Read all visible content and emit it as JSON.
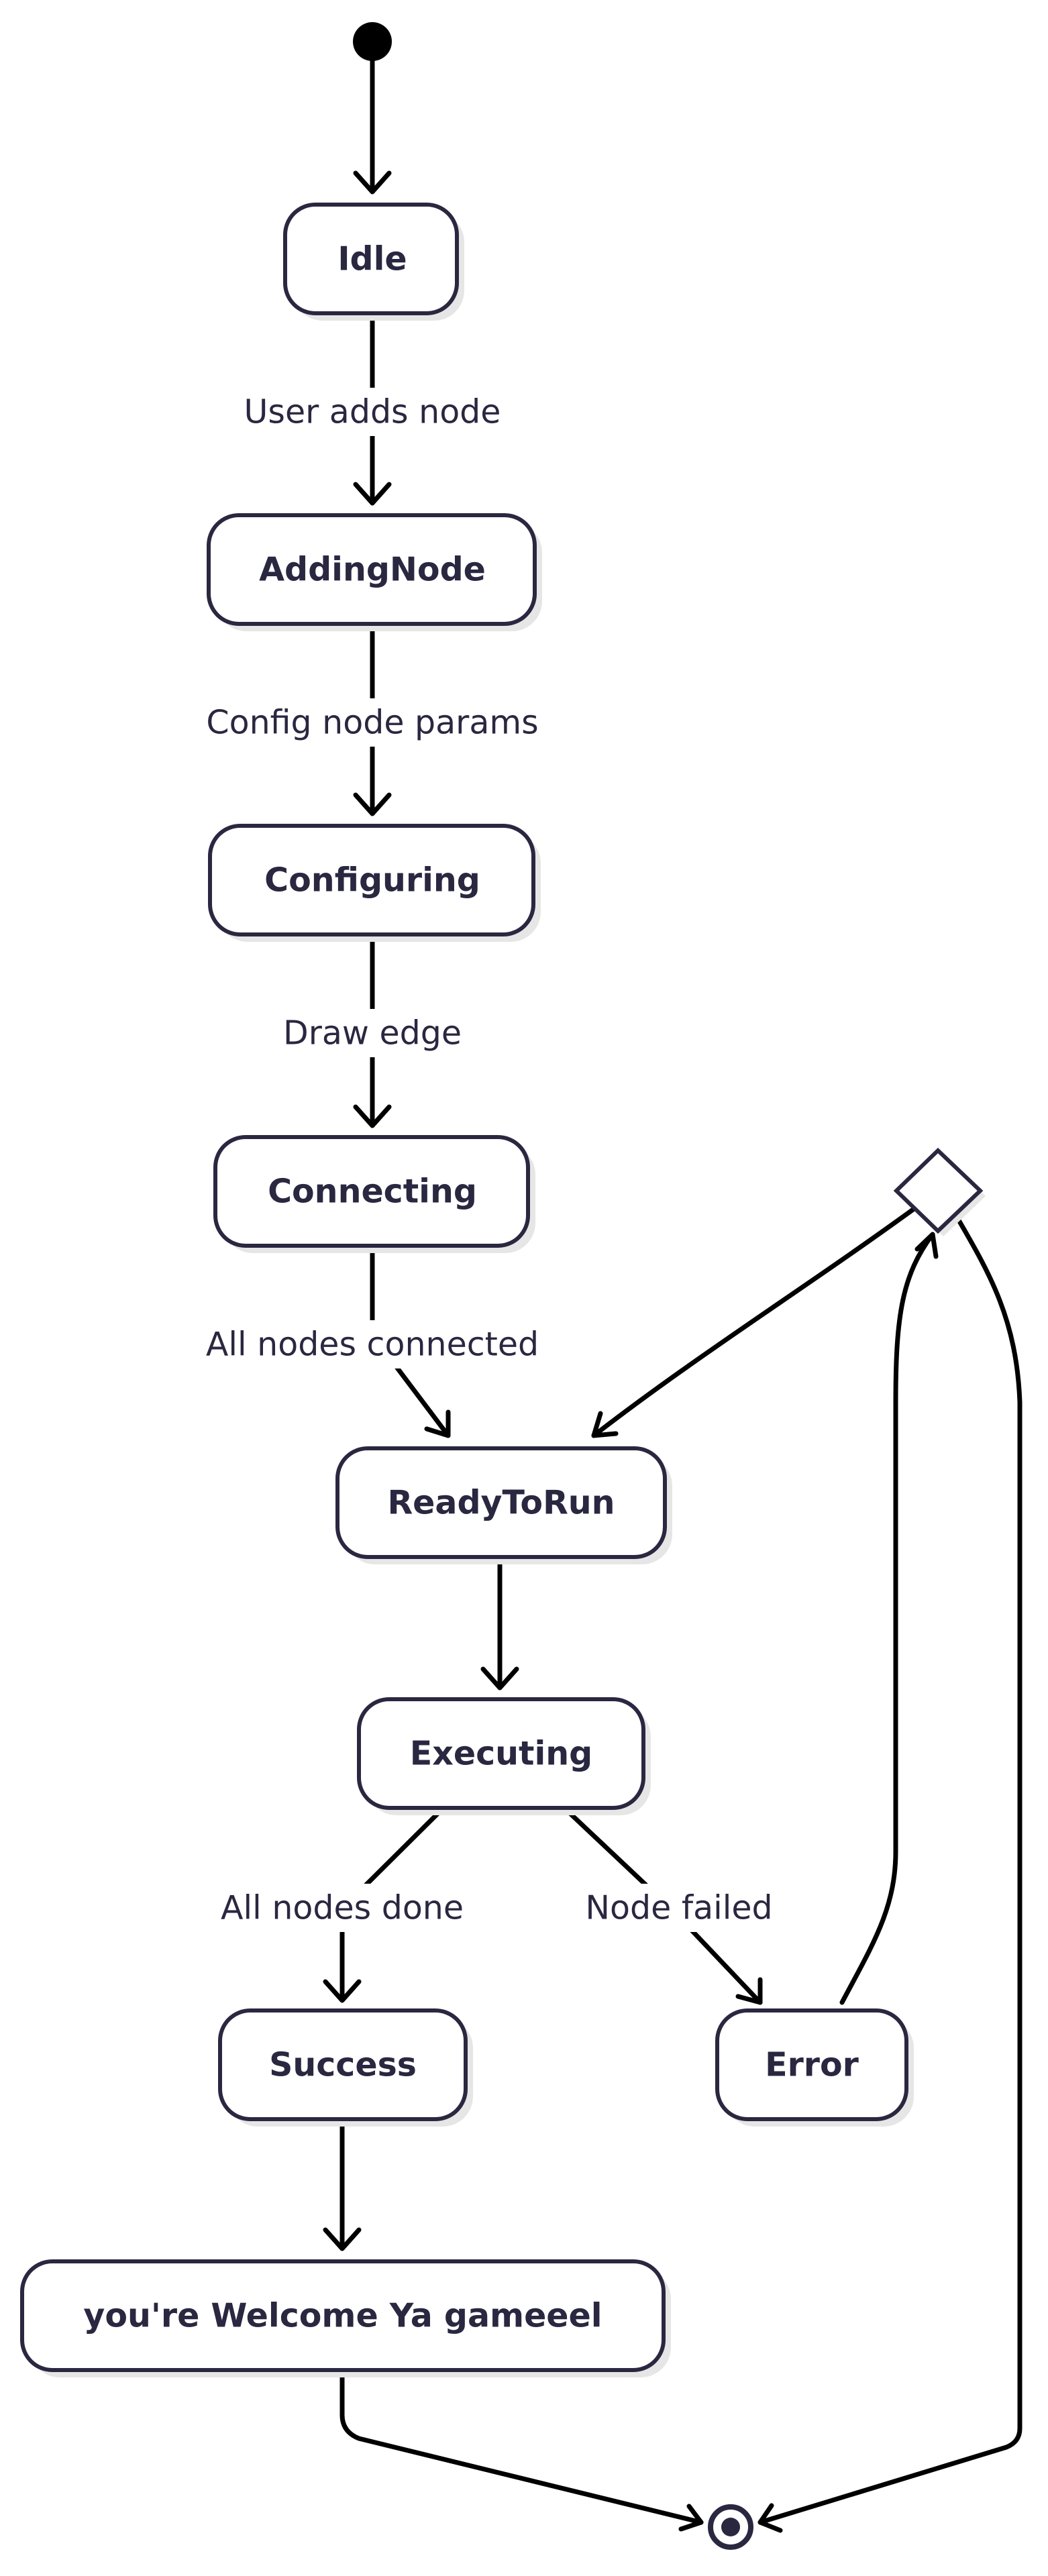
{
  "diagram": {
    "type": "state-diagram",
    "states": {
      "idle": "Idle",
      "adding_node": "AddingNode",
      "configuring": "Configuring",
      "connecting": "Connecting",
      "ready_to_run": "ReadyToRun",
      "executing": "Executing",
      "success": "Success",
      "error": "Error",
      "welcome": "you're Welcome Ya gameeel"
    },
    "transitions": {
      "idle_to_adding": "User adds node",
      "adding_to_configuring": "Config node params",
      "configuring_to_connecting": "Draw edge",
      "connecting_to_ready": "All nodes connected",
      "executing_to_success": "All nodes done",
      "executing_to_error": "Node failed"
    },
    "colors": {
      "stroke": "#2a2740",
      "edge": "#000000",
      "background": "#ffffff"
    }
  }
}
